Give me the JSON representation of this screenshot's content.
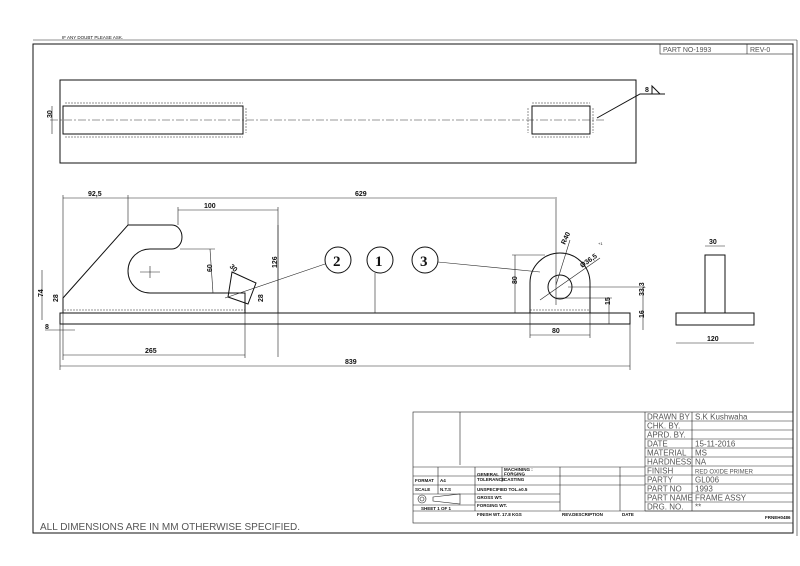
{
  "header": {
    "note": "IF ANY DOUBT PLEASE ASK.",
    "part_no": "PART NO-1993",
    "rev": "REV-0"
  },
  "top_view": {
    "bore_dia": "30",
    "weld_size": "8"
  },
  "front_view": {
    "dims": {
      "d92_5": "92,5",
      "d629": "629",
      "d100": "100",
      "d60": "60",
      "d126": "126",
      "d74": "74",
      "d28a": "28",
      "d28b": "28",
      "d30": "30",
      "d8": "8",
      "d265": "265",
      "d839": "839",
      "r40": "R40",
      "dia36_5": "Ø36,5",
      "tol": "+1",
      "d80h": "80",
      "d80w": "80",
      "d15": "15",
      "d16": "16",
      "d33_3": "33,3"
    },
    "balloons": [
      "2",
      "1",
      "3"
    ]
  },
  "side_view": {
    "d30": "30",
    "d120": "120"
  },
  "footer_note": "ALL DIMENSIONS ARE IN MM OTHERWISE SPECIFIED.",
  "title_block": {
    "rows": [
      {
        "label": "DRAWN BY",
        "value": "S.K Kushwaha"
      },
      {
        "label": "CHK. BY.",
        "value": ""
      },
      {
        "label": "APRD. BY.",
        "value": ""
      },
      {
        "label": "DATE",
        "value": "15-11-2016"
      },
      {
        "label": "MATERIAL",
        "value": "MS"
      },
      {
        "label": "HARDNESS",
        "value": "NA"
      },
      {
        "label": "FINISH",
        "value": "RED OXIDE PRIMER"
      },
      {
        "label": "PARTY",
        "value": "GL006"
      },
      {
        "label": "PART NO",
        "value": "1993"
      },
      {
        "label": "PART NAME",
        "value": "FRAME ASSY"
      },
      {
        "label": "DRG. NO.",
        "value": "**"
      }
    ],
    "format_label": "FORMAT",
    "format_value": "A4",
    "scale_label": "SCALE",
    "scale_value": "N.T.S",
    "general": "GENERAL",
    "tolerance": "TOLERANCE",
    "machining": "MACHINING :",
    "forging": "FORGING",
    "casting": "CASTING",
    "unspecified": "UNSPECIFIED TOL.±0.5",
    "gross_wt": "GROSS WT.",
    "forging_wt": "FORGING WT.",
    "finish_wt": "FINISH WT.  17.8 KGS",
    "sheet": "SHEET 1 OF 1",
    "rev_desc": "REV.DESCRIPTION",
    "date": "DATE",
    "code": "FRNEH0486"
  }
}
